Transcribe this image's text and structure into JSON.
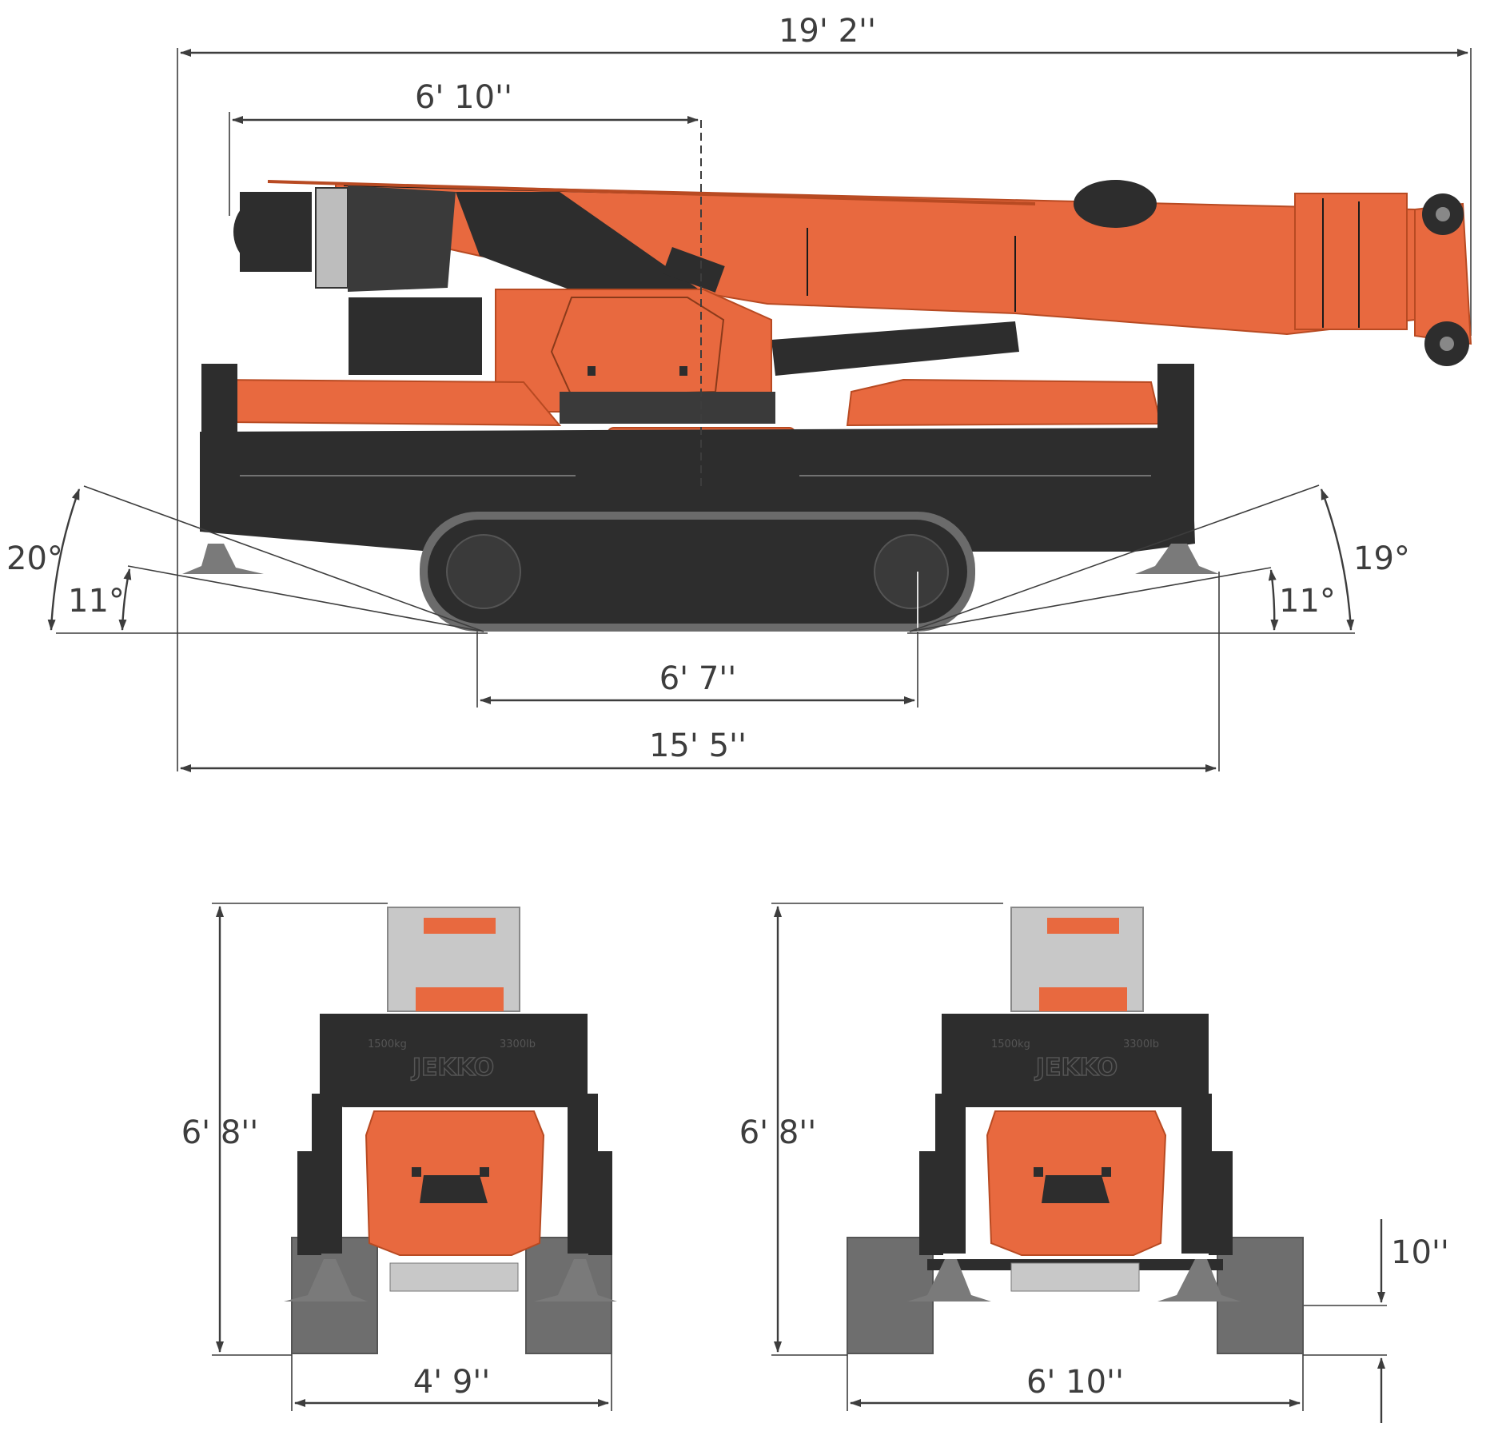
{
  "side_view": {
    "overall_length": "19' 2''",
    "boom_rear_offset": "6' 10''",
    "track_contact_length": "6' 7''",
    "outrigger_span": "15' 5''",
    "left_angle_outer": "20°",
    "left_angle_inner": "11°",
    "right_angle_outer": "19°",
    "right_angle_inner": "11°"
  },
  "front_view_narrow": {
    "height": "6' 8''",
    "width": "4' 9''",
    "plate_text_left": "1500kg",
    "plate_text_right": "3300lb",
    "brand": "JEKKO"
  },
  "front_view_wide": {
    "height": "6' 8''",
    "width": "6' 10''",
    "ground_clearance": "10''",
    "plate_text_left": "1500kg",
    "plate_text_right": "3300lb",
    "brand": "JEKKO"
  },
  "colors": {
    "body_orange": "#e8693f",
    "chassis_dark": "#2d2d2d",
    "dimension_grey": "#3d3d3d",
    "pad_grey": "#6e6e6e"
  }
}
